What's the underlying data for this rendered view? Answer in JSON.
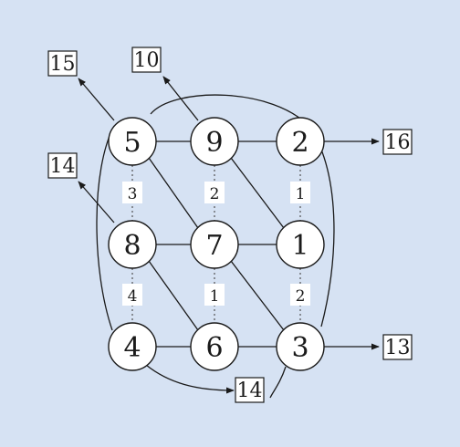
{
  "nodes": {
    "n5": "5",
    "n9": "9",
    "n2": "2",
    "n8": "8",
    "n7": "7",
    "n1": "1",
    "n4": "4",
    "n6": "6",
    "n3": "3"
  },
  "weights": {
    "w_5_8": "3",
    "w_9_7": "2",
    "w_2_1": "1",
    "w_8_4": "4",
    "w_7_6": "1",
    "w_1_3": "2"
  },
  "boxes": {
    "from_5": "15",
    "from_9": "10",
    "from_8": "14",
    "from_2": "16",
    "from_3": "13",
    "from_4": "14"
  }
}
